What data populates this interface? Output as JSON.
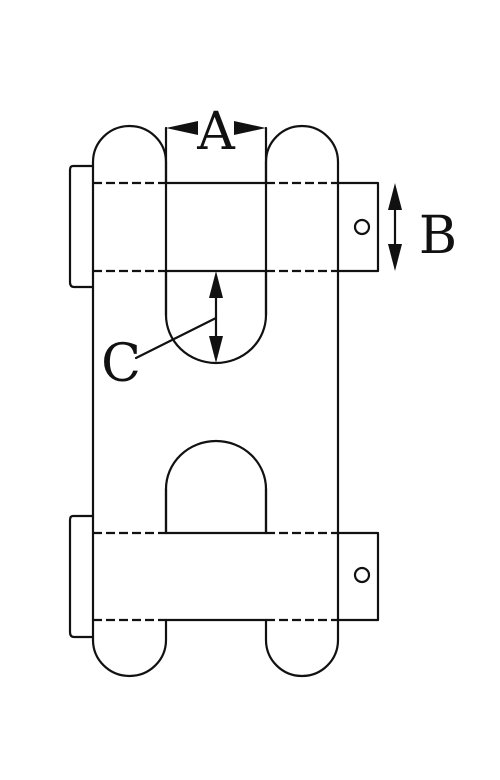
{
  "labels": {
    "a": "A",
    "b": "B",
    "c": "C"
  },
  "colors": {
    "line": "#111111",
    "background": "#ffffff"
  }
}
